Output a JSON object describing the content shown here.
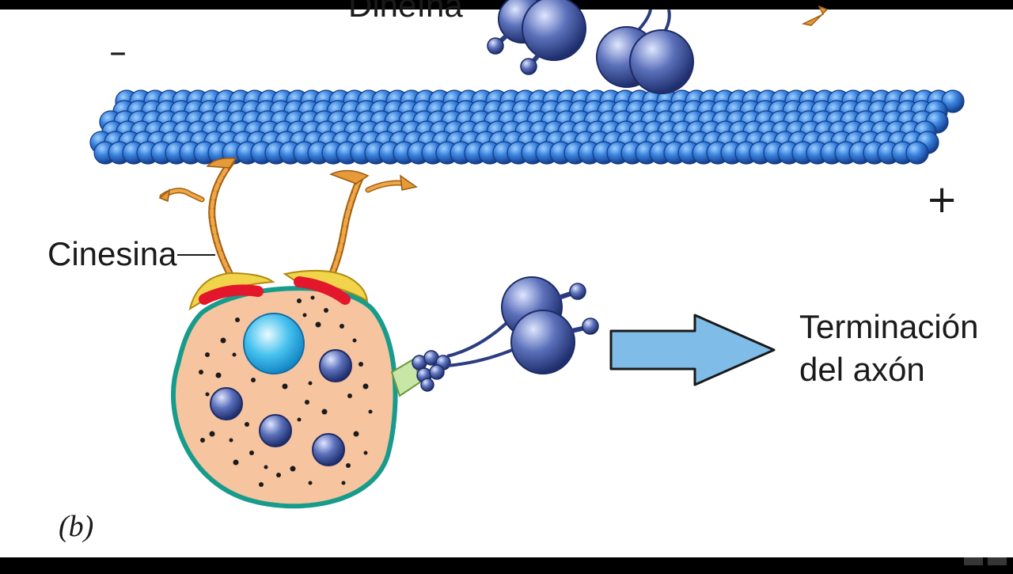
{
  "diagram": {
    "labels": {
      "top_partial": "Dineína",
      "minus": "–",
      "plus": "+",
      "kinesin": "Cinesina",
      "destination_line1": "Terminación",
      "destination_line2": "del axón",
      "panel": "(b)"
    },
    "colors": {
      "microtubule": "#2e6fcf",
      "kinesin": "#e79a3a",
      "vesicle_fill": "#f6c49f",
      "vesicle_border": "#179c8c",
      "dynein": "#4a5fa8",
      "arrow": "#7fbde8",
      "binding_site": "#e3162b"
    },
    "icons": [
      "kinesin-motor-icon",
      "dynein-motor-icon",
      "vesicle-icon",
      "direction-arrow-icon"
    ]
  },
  "player": {
    "controls": [
      "minimize-icon",
      "fullscreen-icon"
    ]
  }
}
